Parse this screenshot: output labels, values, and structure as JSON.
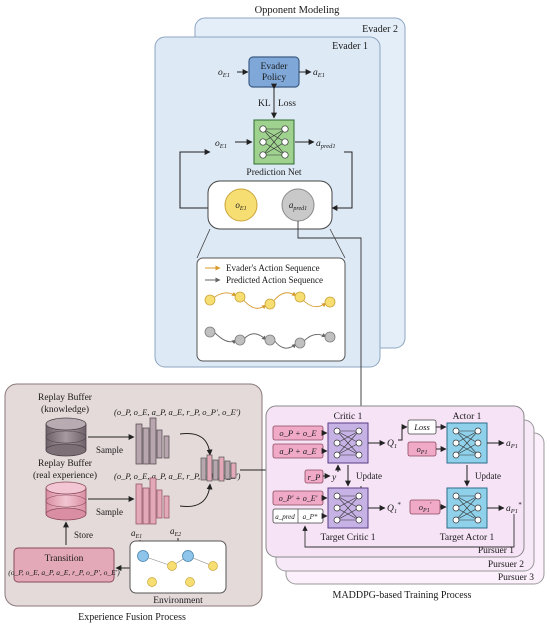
{
  "opponent_modeling": {
    "title": "Opponent Modeling",
    "evader2_label": "Evader 2",
    "evader1_label": "Evader 1",
    "o_e1_top": "o",
    "o_e1_top_sub": "E1",
    "a_e1_top": "a",
    "a_e1_top_sub": "E1",
    "evader_policy_line1": "Evader",
    "evader_policy_line2": "Policy",
    "kl_label": "KL",
    "loss_label": "Loss",
    "o_e1_mid": "o",
    "o_e1_mid_sub": "E1",
    "a_pred1": "a",
    "a_pred1_sub": "pred1",
    "prediction_net": "Prediction Net",
    "circle_o": "o",
    "circle_o_sub": "E1",
    "circle_a": "a",
    "circle_a_sub": "pred1",
    "legend_evader": "Evader's Action Sequence",
    "legend_predicted": "Predicted Action Sequence"
  },
  "experience_fusion": {
    "title": "Experience Fusion Process",
    "rb_knowledge_line1": "Replay Buffer",
    "rb_knowledge_line2": "(knowledge)",
    "tuple_knowledge": "(o_P, o_E, a_P, a_E, r_P, o_P', o_E')",
    "sample1": "Sample",
    "rb_real_line1": "Replay Buffer",
    "rb_real_line2": "(real experience)",
    "tuple_real": "(o_P, o_E, a_P, a_E, r_P, o_P', o_E')",
    "sample2": "Sample",
    "store": "Store",
    "transition_title": "Transition",
    "transition_tuple": "(o_P, o_E, a_P, a_E, r_P, o_P', o_E')",
    "a_e1": "a",
    "a_e1_sub": "E1",
    "a_e2": "a",
    "a_e2_sub": "E2",
    "environment": "Environment"
  },
  "maddpg": {
    "title": "MADDPG-based Training Process",
    "pursuer1": "Pursuer 1",
    "pursuer2": "Pursuer 2",
    "pursuer3": "Pursuer 3",
    "critic1": "Critic 1",
    "actor1": "Actor 1",
    "target_critic1": "Target Critic 1",
    "target_actor1": "Target Actor 1",
    "oP_oE": "o_P + o_E",
    "aP_aE": "a_P + a_E",
    "Q1": "Q",
    "Q1_sub": "1",
    "loss": "Loss",
    "oP1": "o",
    "oP1_sub": "P1",
    "aP1": "a",
    "aP1_sub": "P1",
    "update1": "Update",
    "update2": "Update",
    "rP": "r_P",
    "y": "y",
    "oP_oE_prime": "o_P' + o_E'",
    "a_pred": "a_pred",
    "aP_star": "a_P*",
    "Q1_star": "Q",
    "Q1_star_sub": "1",
    "Q1_star_sup": "*",
    "oP1_prime": "o",
    "oP1_prime_sub": "P1",
    "oP1_prime_sup": "'",
    "aP1_star": "a",
    "aP1_star_sub": "P1",
    "aP1_star_sup": "*"
  },
  "colors": {
    "evader_panel": "#dde9f5",
    "evader_border": "#8da5bf",
    "policy_box": "#7fa8d8",
    "prediction_net": "#9fd18f",
    "experience_panel": "#e5dada",
    "pursuer_panel": "#f6e3f6",
    "pink_box": "#f0aac8",
    "critic_net": "#c7b2e6",
    "actor_net": "#8fd1ea",
    "buffer_gray": "#8b7d84",
    "buffer_pink": "#e3a9b9",
    "node_yellow": "#f7de73",
    "node_gray": "#bcbcbc"
  },
  "icons": {
    "evader_policy": "policy-box",
    "prediction_net": "neural-net-icon",
    "critic": "neural-net-icon",
    "actor": "neural-net-icon",
    "replay_buffer": "database-cylinder-icon",
    "feature_layers": "conv-layers-icon",
    "environment": "agent-graph-icon"
  }
}
